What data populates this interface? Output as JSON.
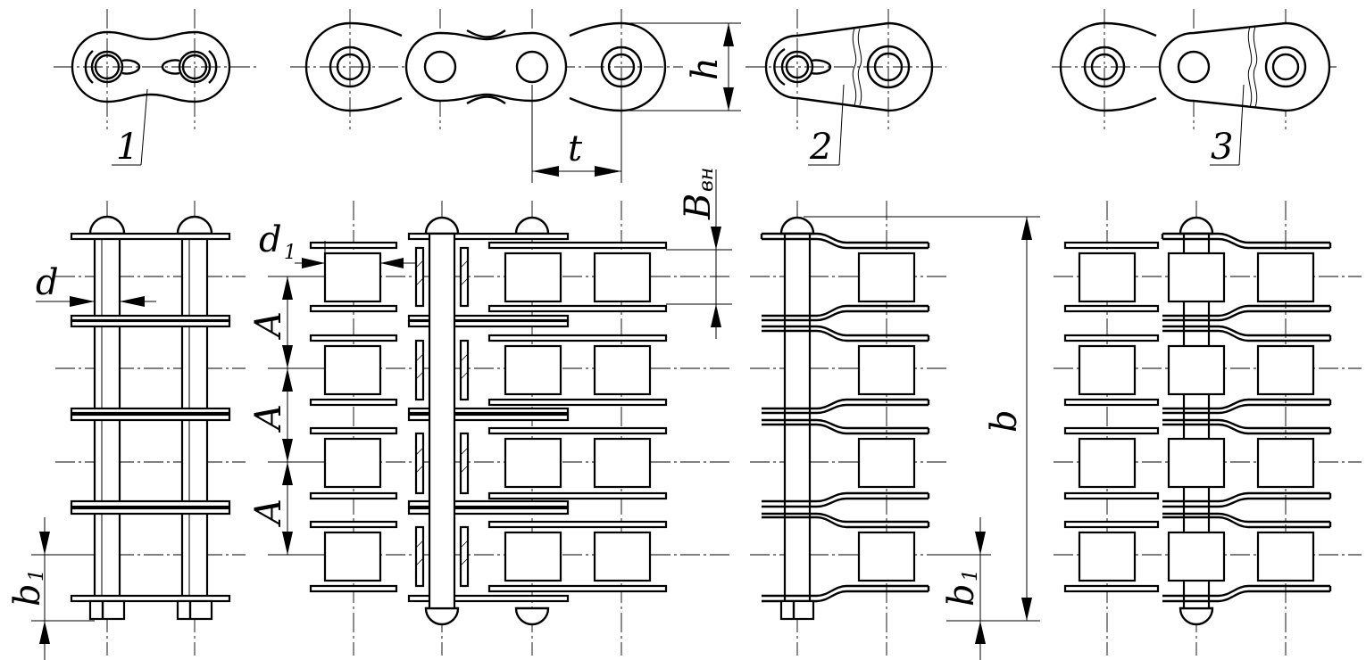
{
  "labels": {
    "callout_1": "1",
    "callout_2": "2",
    "callout_3": "3",
    "h": "h",
    "t": "t",
    "B_main": "B",
    "B_sub": "вн",
    "d": "d",
    "d1_main": "d",
    "d1_sub": "1",
    "A1": "A",
    "A2": "A",
    "A3": "A",
    "b": "b",
    "b1_left_main": "b",
    "b1_left_sub": "1",
    "b1_right_main": "b",
    "b1_right_sub": "1"
  }
}
